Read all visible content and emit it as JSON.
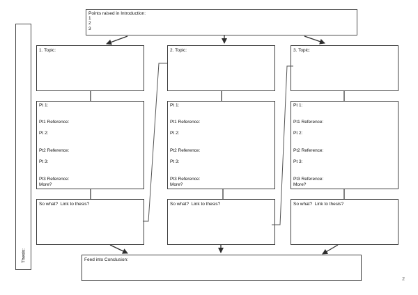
{
  "page": {
    "number": "2"
  },
  "thesis": {
    "label": "Thesis:"
  },
  "introduction": {
    "title": "Points raised in Introduction:",
    "items": [
      "1",
      "2",
      "3"
    ]
  },
  "columns": [
    {
      "topic_label": "1. Topic:",
      "points_lines": [
        "Pt 1:",
        "",
        "",
        "Pt1 Reference:",
        "",
        "Pt 2:",
        "",
        "",
        "Pt2 Reference:",
        "",
        "Pt 3:",
        "",
        "",
        "Pt3 Reference:",
        "More?"
      ],
      "so_what_label": "So what?  Link to thesis?"
    },
    {
      "topic_label": "2. Topic:",
      "points_lines": [
        "Pt 1:",
        "",
        "",
        "Pt1 Reference:",
        "",
        "Pt 2:",
        "",
        "",
        "Pt2 Reference:",
        "",
        "Pt 3:",
        "",
        "",
        "Pt3 Reference:",
        "More?"
      ],
      "so_what_label": "So what?  Link to thesis?"
    },
    {
      "topic_label": "3. Topic:",
      "points_lines": [
        "Pt 1:",
        "",
        "",
        "Pt1 Reference:",
        "",
        "Pt 2:",
        "",
        "",
        "Pt2 Reference:",
        "",
        "Pt 3:",
        "",
        "",
        "Pt3 Reference:",
        "More?"
      ],
      "so_what_label": "So what?  Link to thesis?"
    }
  ],
  "conclusion": {
    "label": "Feed into Conclusion:"
  },
  "colors": {
    "box_border": "#3f3f3f",
    "arrow": "#2e2e2e",
    "elbow_connector": "#555555",
    "page_number": "#595959"
  }
}
